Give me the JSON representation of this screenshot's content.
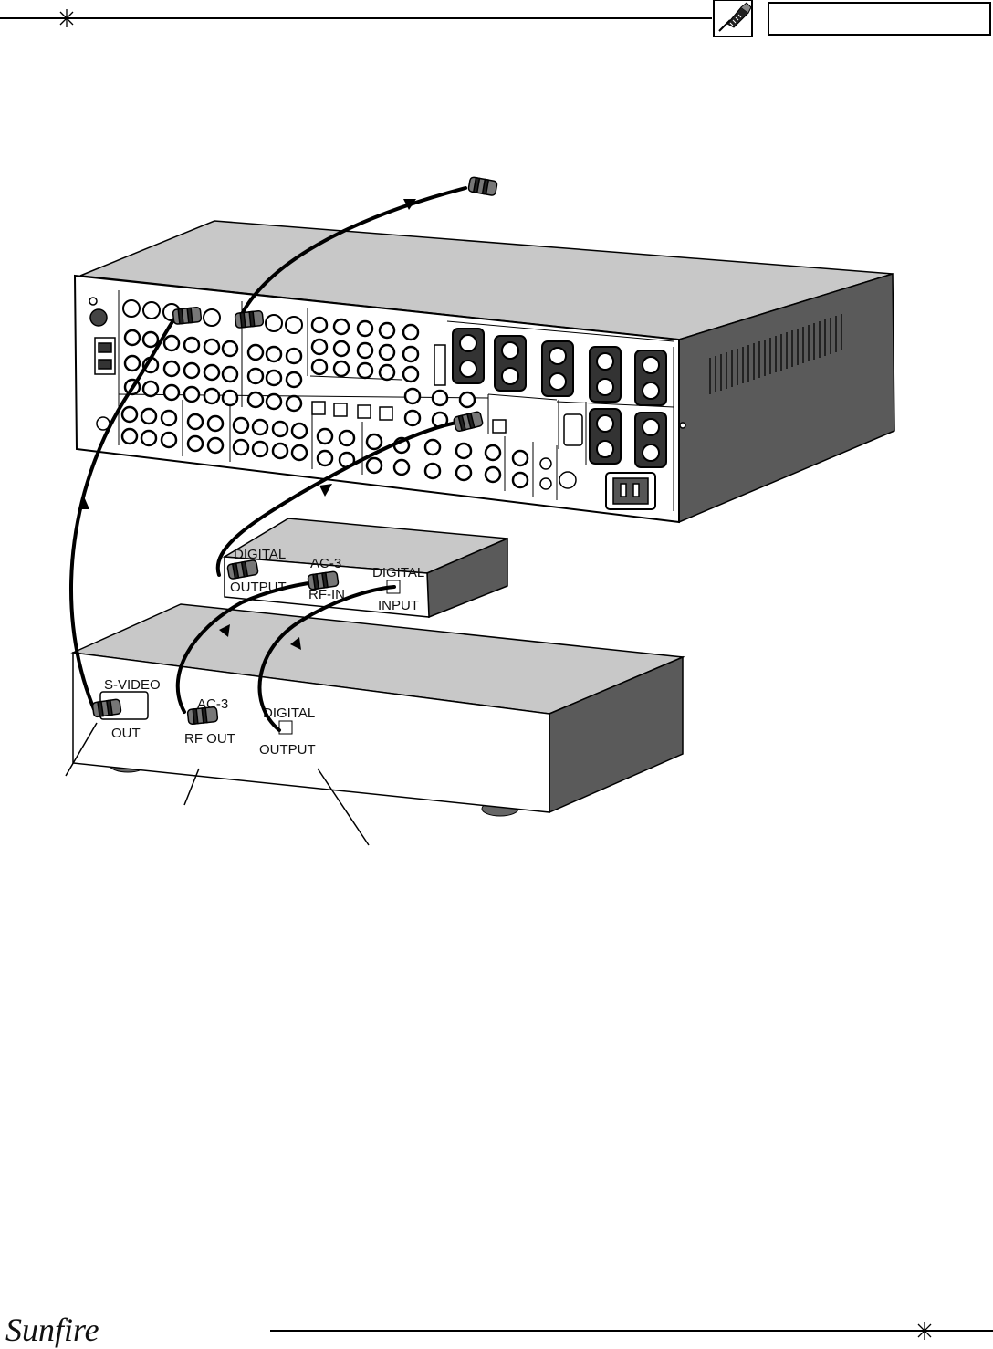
{
  "header": {
    "icon": "rca-plug-icon",
    "section_box_text": ""
  },
  "diagram": {
    "dac_box": {
      "digital_output_top": "DIGITAL",
      "digital_output_bottom": "OUTPUT",
      "ac3_top": "AC-3",
      "ac3_bottom": "RF-IN",
      "digital_input_top": "DIGITAL",
      "digital_input_bottom": "INPUT"
    },
    "player": {
      "svideo_top": "S-VIDEO",
      "svideo_bottom": "OUT",
      "ac3_top": "AC-3",
      "ac3_bottom": "RF OUT",
      "digital_top": "DIGITAL",
      "digital_bottom": "OUTPUT"
    }
  },
  "footer": {
    "brand": "Sunfire"
  }
}
